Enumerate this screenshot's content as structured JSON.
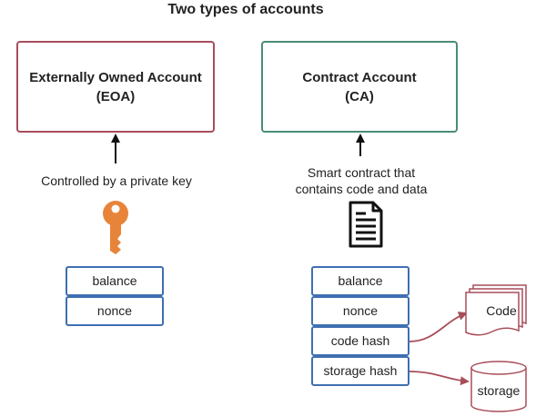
{
  "title": "Two types of accounts",
  "eoa": {
    "name": "Externally Owned Account",
    "abbr": "(EOA)",
    "caption": "Controlled by a private key",
    "fields": [
      "balance",
      "nonce"
    ]
  },
  "ca": {
    "name": "Contract Account",
    "abbr": "(CA)",
    "caption_line1": "Smart contract that",
    "caption_line2": "contains code and data",
    "fields": [
      "balance",
      "nonce",
      "code hash",
      "storage hash"
    ]
  },
  "code_label": "Code",
  "storage_label": "storage",
  "icons": {
    "key": "key-icon",
    "document": "document-icon"
  },
  "colors": {
    "eoa_border": "#a84d5a",
    "ca_border": "#4a8c7a",
    "field_border": "#3f6fb1",
    "key": "#e8843a",
    "connector": "#a84d5a"
  }
}
